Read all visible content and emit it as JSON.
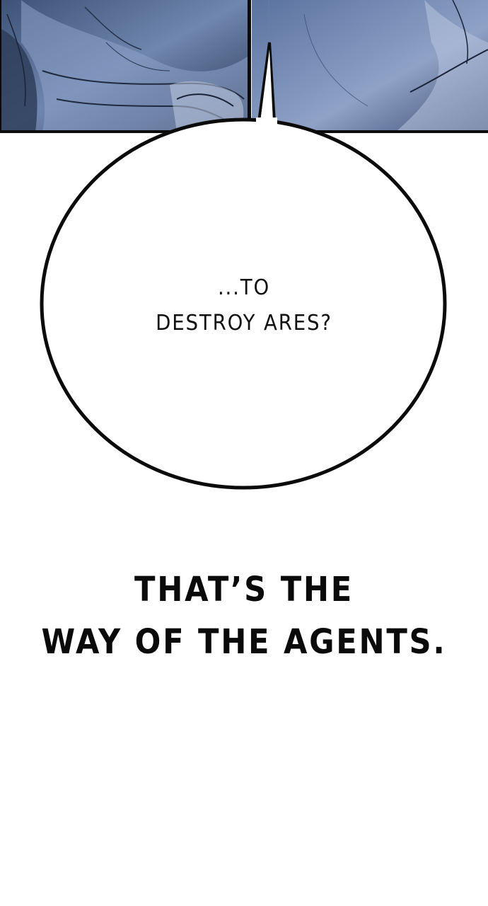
{
  "top_panels": {
    "left_panel": {
      "description_icon": "cloth-folds-art"
    },
    "right_panel": {
      "description_icon": "figure-art"
    },
    "colors": {
      "tone_dark": "#2c3b57",
      "tone_mid": "#5f769f",
      "tone_light": "#a9b8d4",
      "border": "#0b0b0b"
    }
  },
  "speech_bubble": {
    "line1": "...TO",
    "line2": "DESTROY ARES?"
  },
  "narration": {
    "line1": "THAT’S THE",
    "line2": "WAY OF THE AGENTS."
  },
  "colors": {
    "page_background": "#ffffff",
    "ink": "#0a0a0a"
  }
}
